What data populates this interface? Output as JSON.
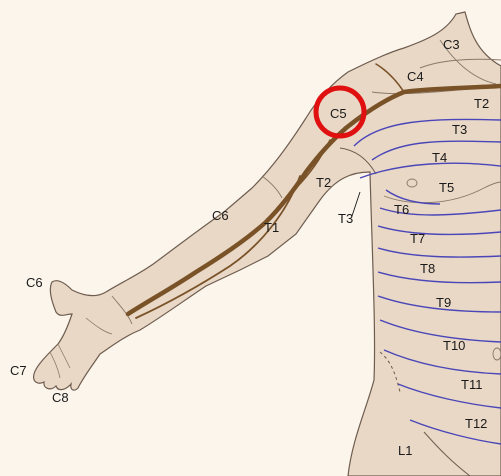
{
  "colors": {
    "background": "#fbf5ec",
    "skin": "#e9d8c6",
    "skin_outline": "#6e5c4e",
    "nerve": "#7a5228",
    "dermatome_line": "#4a46b8",
    "highlight_ring": "#e01010"
  },
  "highlighted_label": "C5",
  "labels": {
    "c3": "C3",
    "c4": "C4",
    "c5": "C5",
    "t2_chest": "T2",
    "t3_chest": "T3",
    "t4": "T4",
    "t5": "T5",
    "t6": "T6",
    "t7": "T7",
    "t8": "T8",
    "t9": "T9",
    "t10": "T10",
    "t11": "T11",
    "t12": "T12",
    "l1": "L1",
    "t2_arm": "T2",
    "t3_axilla": "T3",
    "t1_arm": "T1",
    "c6_arm": "C6",
    "c6_thumb": "C6",
    "c7": "C7",
    "c8": "C8"
  }
}
